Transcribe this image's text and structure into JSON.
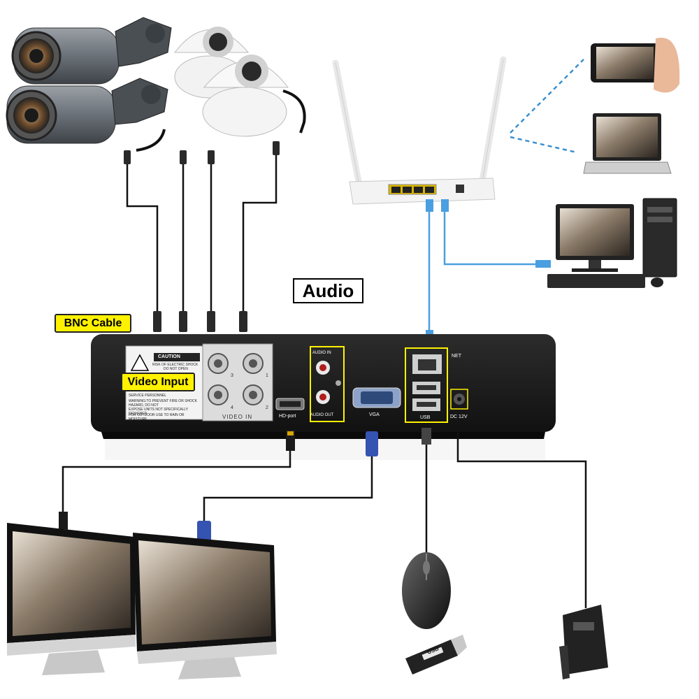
{
  "labels": {
    "bnc_cable": "BNC Cable",
    "video_input": "Video Input",
    "audio": "Audio"
  },
  "dvr_ports": {
    "video_in": "VIDEO IN",
    "audio_in": "AUDIO IN",
    "audio_out": "AUDIO OUT",
    "hd_port": "HD-port",
    "vga": "VGA",
    "usb": "USB",
    "net": "NET",
    "dc": "DC 12V",
    "channels": [
      "3",
      "1",
      "4",
      "2"
    ]
  },
  "caution": {
    "title": "CAUTION",
    "line1": "RISK OF ELECTRIC SHOCK",
    "line2": "DO NOT OPEN",
    "line3": "SERVICE PERSONNEL",
    "line4": "WARNING:TO PREVENT FIRE OR SHOCK HAZARD, DO NOT",
    "line5": "EXPOSE UNITS NOT SPECIFICALLY DESIGNED",
    "line6": "FOR OUTDOOR USE TO RAIN OR MOISTURE"
  },
  "usb_stick_text": "USB",
  "colors": {
    "callout_yellow": "#fff200",
    "network_cable": "#4a9fe0",
    "wifi_dashes": "#3a8fd0",
    "dvr_body": "#1d1d1d",
    "cable": "#111111"
  }
}
